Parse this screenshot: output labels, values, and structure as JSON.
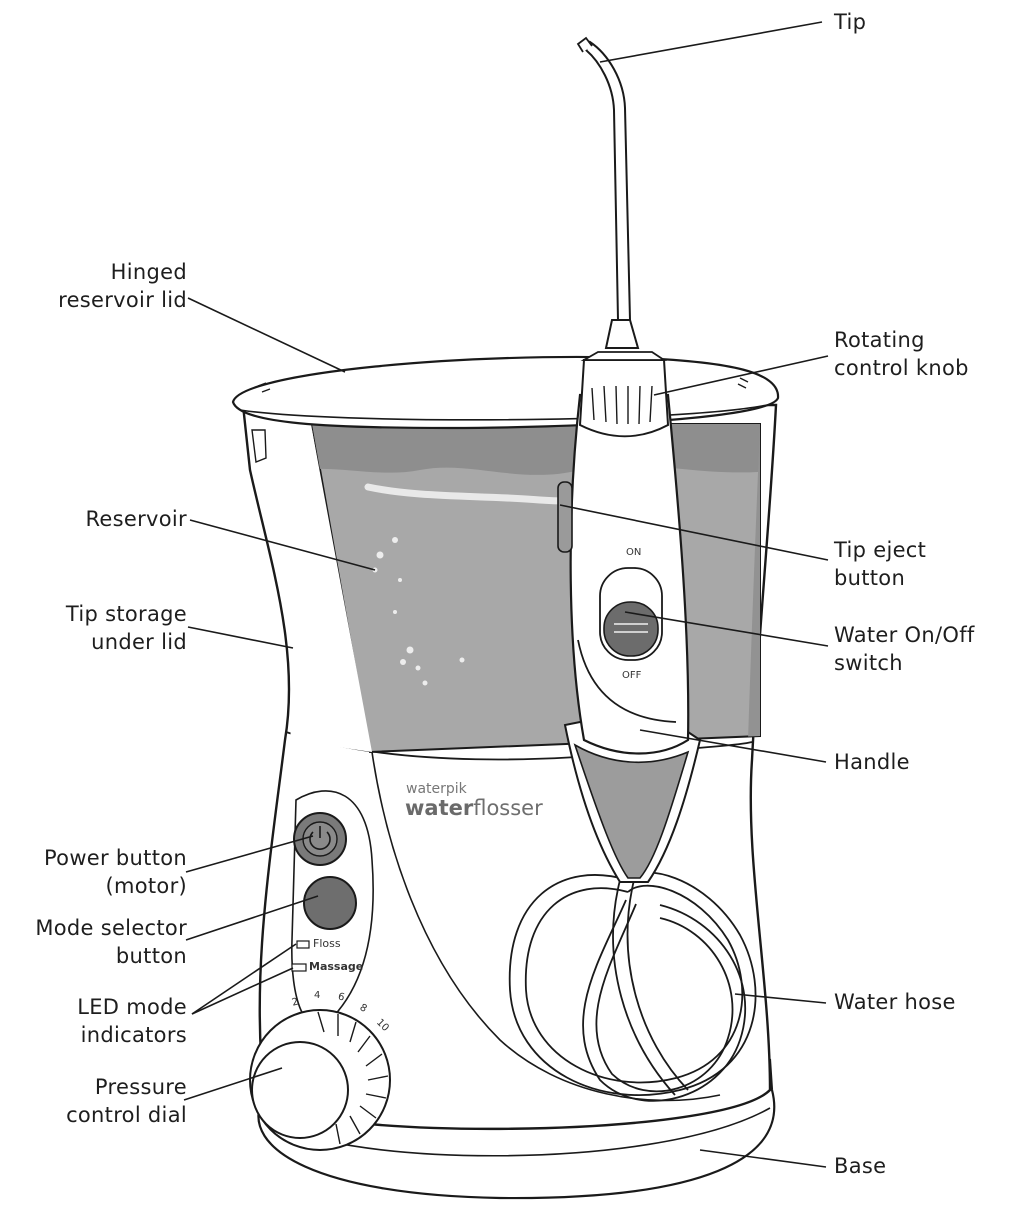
{
  "brand": {
    "top": "waterpik",
    "bottom_bold": "water",
    "bottom_light": "flosser"
  },
  "switch_marks": {
    "on": "ON",
    "off": "OFF"
  },
  "mode_indicators": {
    "floss": "Floss",
    "massage": "Massage"
  },
  "dial_scale": [
    "2",
    "4",
    "6",
    "8",
    "10"
  ],
  "labels": {
    "tip": [
      "Tip"
    ],
    "lid": [
      "Hinged",
      "reservoir lid"
    ],
    "knob": [
      "Rotating",
      "control knob"
    ],
    "reservoir": [
      "Reservoir"
    ],
    "eject": [
      "Tip eject",
      "button"
    ],
    "storage": [
      "Tip storage",
      "under lid"
    ],
    "switch": [
      "Water On/Off",
      "switch"
    ],
    "handle": [
      "Handle"
    ],
    "power": [
      "Power button",
      "(motor)"
    ],
    "mode": [
      "Mode selector",
      "button"
    ],
    "led": [
      "LED mode",
      "indicators"
    ],
    "hose": [
      "Water hose"
    ],
    "dial": [
      "Pressure",
      "control dial"
    ],
    "base": [
      "Base"
    ]
  },
  "colors": {
    "water": "#a3a3a3",
    "water_dark": "#8d8d8d",
    "line": "#1a1a1a",
    "button": "#6f6f6f"
  }
}
